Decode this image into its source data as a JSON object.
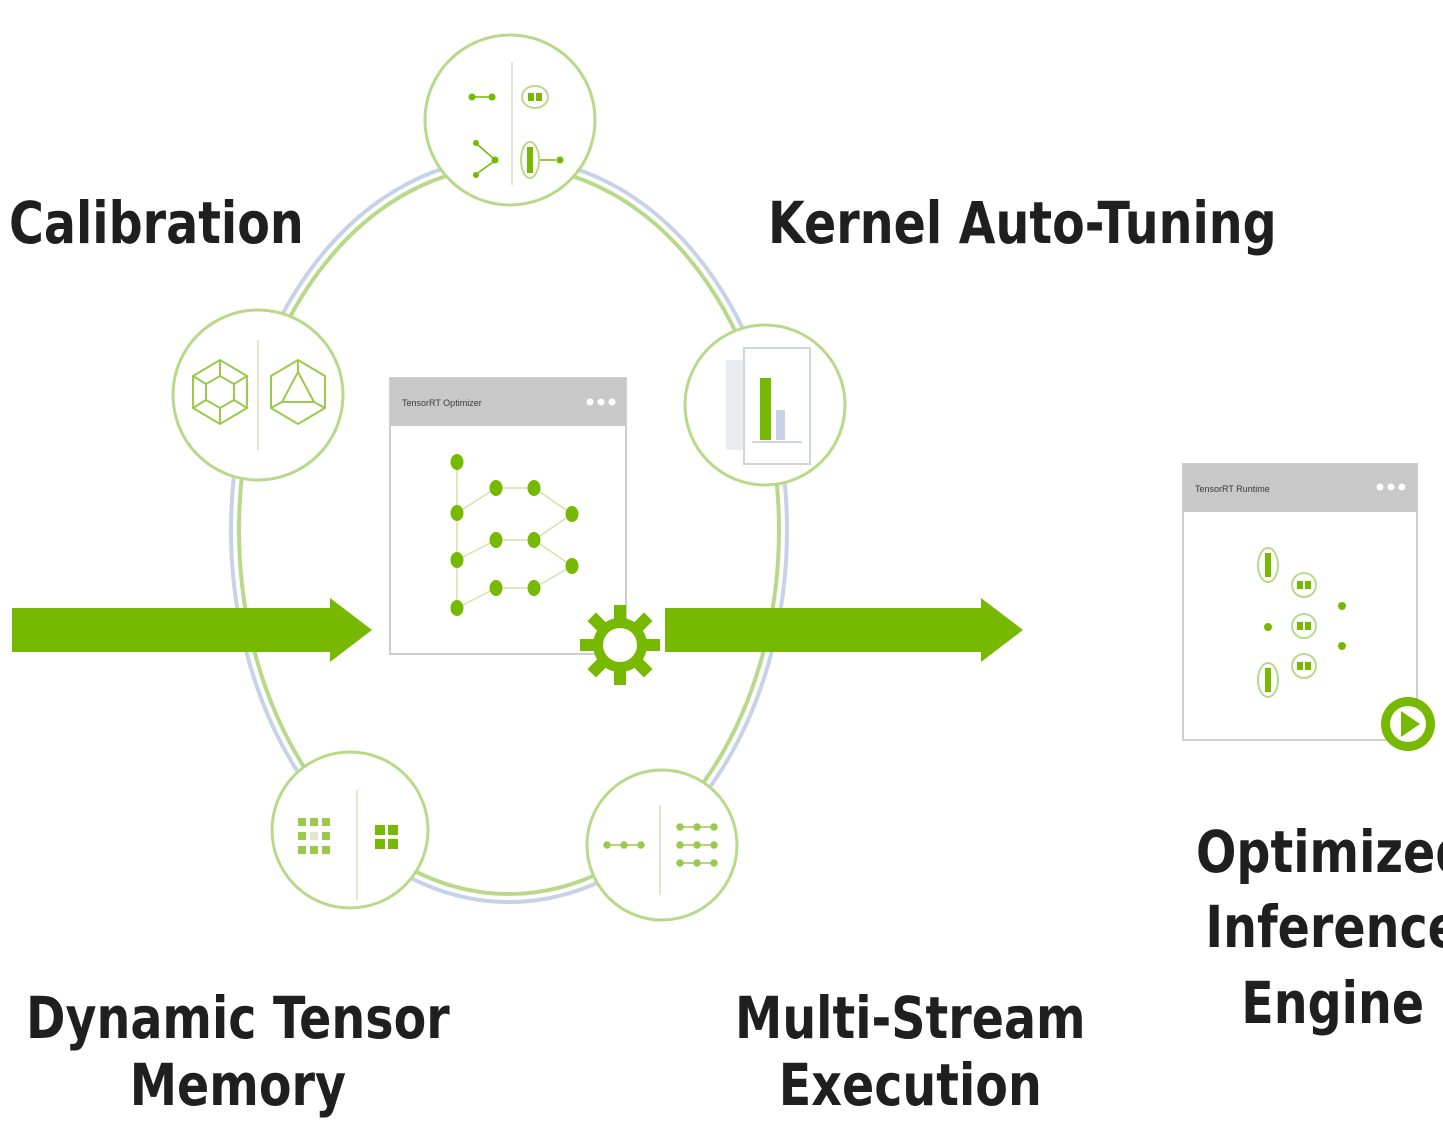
{
  "labels": {
    "calibration": "Calibration",
    "kernel_auto_tuning": "Kernel Auto-Tuning",
    "dynamic_tensor_memory": [
      "Dynamic Tensor",
      "Memory"
    ],
    "multi_stream_execution": [
      "Multi-Stream",
      "Execution"
    ],
    "optimized_inference_engine": [
      "Optimized",
      "Inference",
      "Engine"
    ]
  },
  "windows": {
    "optimizer_title": "TensorRT Optimizer",
    "runtime_title": "TensorRT Runtime"
  },
  "colors": {
    "accent_green": "#76b900",
    "ring_green": "#b9d98a",
    "ring_blue": "#c7d2e6",
    "window_header": "#c8c8c8",
    "text": "#1f1f1f"
  },
  "icons": {
    "optimizer_gear": "gear-icon",
    "runtime_play": "play-icon",
    "input_arrow": "arrow-right-icon",
    "output_arrow": "arrow-right-icon"
  }
}
